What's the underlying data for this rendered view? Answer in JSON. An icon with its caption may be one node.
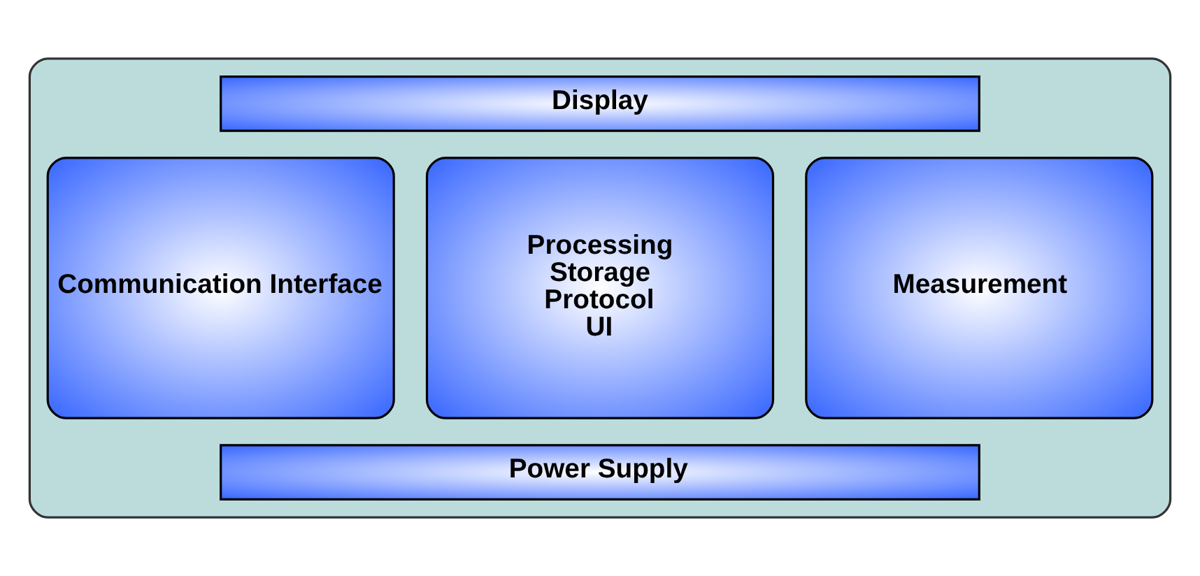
{
  "diagram": {
    "nodes": [
      {
        "text": [],
        "shape": "box"
      },
      {
        "text": [
          "Display"
        ],
        "in": 0
      },
      {
        "text": [
          "Communication Interface"
        ],
        "in": 0
      },
      {
        "text": [
          "Processing",
          "Storage",
          "Protocol",
          "UI"
        ],
        "in": 0
      },
      {
        "text": [
          "Measurement"
        ],
        "in": 0
      },
      {
        "text": [
          "Power Supply"
        ],
        "in": 0
      }
    ],
    "edges": []
  }
}
